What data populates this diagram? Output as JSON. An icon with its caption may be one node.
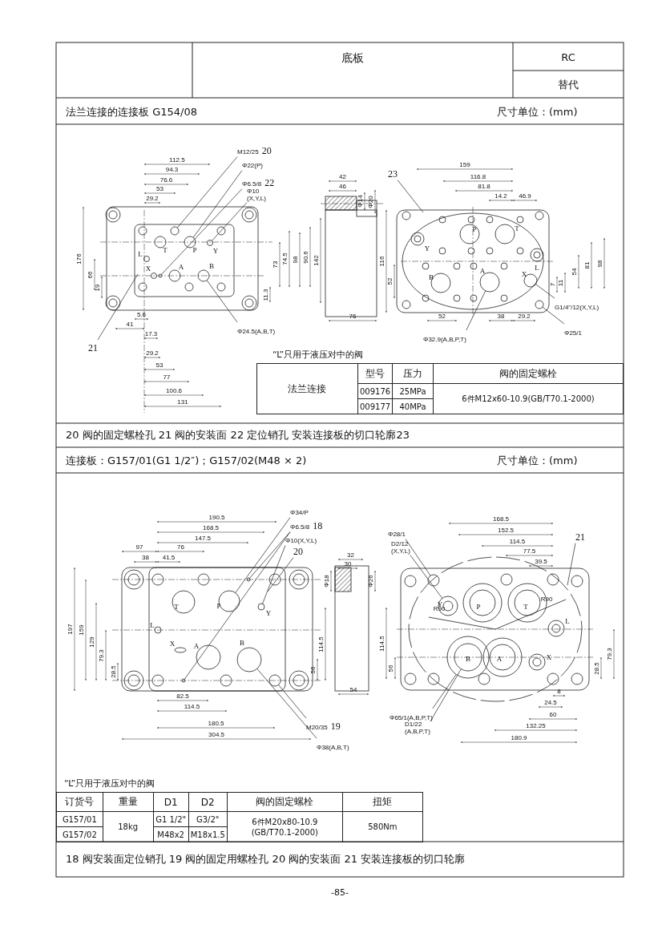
{
  "diagram": {
    "nodes": [
      {
        "text": [
          "M12/25",
          "20"
        ]
      },
      {
        "text": [
          "Φ22(P)"
        ]
      },
      {
        "text": [
          "Φ6.5/8",
          "22"
        ]
      },
      {
        "text": [
          "Φ10",
          "(X,Y,L)"
        ]
      },
      {
        "text": [
          "Φ24.5(A,B,T)"
        ]
      },
      {
        "text": [
          "21"
        ]
      },
      {
        "text": [
          "23"
        ]
      },
      {
        "text": [
          "G1/4\"/12(X,Y,L)"
        ]
      },
      {
        "text": [
          "Φ25/1"
        ]
      },
      {
        "text": [
          "Φ32.9(A,B,P,T)"
        ]
      },
      {
        "text": [
          "Φ34/P"
        ]
      },
      {
        "text": [
          "Φ6.5/8",
          "18"
        ]
      },
      {
        "text": [
          "Φ10(X,Y,L)"
        ]
      },
      {
        "text": [
          "20"
        ]
      },
      {
        "text": [
          "M20/35",
          "19"
        ]
      },
      {
        "text": [
          "Φ38(A,B,T)"
        ]
      },
      {
        "text": [
          "Φ28/1"
        ]
      },
      {
        "text": [
          "D2/12",
          "(X,Y,L)"
        ]
      },
      {
        "text": [
          "21"
        ]
      },
      {
        "text": [
          "Φ65/1(A,B,P,T)"
        ]
      },
      {
        "text": [
          "D1/22",
          "(A,B,P,T)"
        ]
      },
      {
        "text": [],
        "shape": "circle"
      },
      {
        "text": [],
        "shape": "circle"
      },
      {
        "text": [],
        "shape": "circle"
      },
      {
        "text": [],
        "shape": "circle"
      },
      {
        "text": [],
        "shape": "circle"
      },
      {
        "text": [],
        "shape": "circle"
      },
      {
        "text": [],
        "shape": "circle"
      },
      {
        "text": [],
        "shape": "circle"
      },
      {
        "text": [],
        "shape": "circle"
      },
      {
        "text": [],
        "shape": "circle"
      },
      {
        "text": [],
        "shape": "circle"
      },
      {
        "text": [],
        "shape": "circle"
      },
      {
        "text": [],
        "shape": "circle"
      },
      {
        "text": [],
        "shape": "circle"
      },
      {
        "text": [],
        "shape": "circle"
      },
      {
        "text": [],
        "shape": "circle"
      },
      {
        "text": [],
        "shape": "circle"
      },
      {
        "text": [],
        "shape": "circle",
        "in": 37
      }
    ],
    "edges": [
      {
        "from": 0,
        "to": 21,
        "arrow": "none"
      },
      {
        "from": 1,
        "to": 22,
        "arrow": "none"
      },
      {
        "from": 2,
        "to": 23,
        "arrow": "none"
      },
      {
        "from": 3,
        "to": 24,
        "arrow": "none"
      },
      {
        "from": 4,
        "to": 25,
        "arrow": "none"
      },
      {
        "from": 5,
        "to": null,
        "arrow": "none"
      },
      {
        "from": 6,
        "to": null,
        "arrow": "none"
      },
      {
        "from": 7,
        "to": 26,
        "arrow": "none"
      },
      {
        "from": 8,
        "to": 27,
        "arrow": "none"
      },
      {
        "from": 9,
        "to": 28,
        "arrow": "none"
      },
      {
        "from": 10,
        "to": 29,
        "arrow": "none"
      },
      {
        "from": 11,
        "to": 30,
        "arrow": "none"
      },
      {
        "from": 11,
        "to": 31,
        "arrow": "none"
      },
      {
        "from": 12,
        "to": 32,
        "arrow": "none"
      },
      {
        "from": 13,
        "to": null,
        "arrow": "none"
      },
      {
        "from": 14,
        "to": 33,
        "arrow": "none"
      },
      {
        "from": 15,
        "to": 34,
        "arrow": "none"
      },
      {
        "from": 16,
        "to": 35,
        "arrow": "none"
      },
      {
        "from": 17,
        "to": 36,
        "arrow": "none"
      },
      {
        "from": 18,
        "to": null,
        "arrow": "none"
      },
      {
        "from": 19,
        "to": 37,
        "arrow": "none"
      },
      {
        "from": 20,
        "to": 38,
        "arrow": "none"
      }
    ],
    "labels": [
      "底板",
      "RC",
      "替代",
      "法兰连接的连接板 G154/08",
      "尺寸单位：(mm)",
      "112.5",
      "94.3",
      "76.6",
      "53",
      "29.2",
      "T",
      "P",
      "Y",
      "L",
      "X",
      "A",
      "B",
      "176",
      "66",
      "19",
      "73",
      "74.5",
      "98",
      "90.6",
      "142",
      "11.3",
      "5.6",
      "41",
      "17.3",
      "29.2",
      "53",
      "77",
      "100.6",
      "131",
      "42",
      "46",
      "Φ14",
      "Φ20",
      "76",
      "159",
      "116.8",
      "81.8",
      "14.2",
      "46.9",
      "Y",
      "P",
      "T",
      "L",
      "B",
      "A",
      "X",
      "116",
      "52",
      "7",
      "11",
      "54",
      "81",
      "98",
      "52",
      "38",
      "29.2",
      "“L”只用于液压对中的阀",
      "法兰连接",
      "型号",
      "压力",
      "阀的固定螺栓",
      "009176",
      "25MPa",
      "6件M12x60-10.9(GB/T70.1-2000)",
      "009177",
      "40MPa",
      "20 阀的固定螺栓孔 21 阀的安装面 22 定位销孔 安装连接板的切口轮廓23",
      "连接板：G157/01(G1 1/2″)；G157/02(M48 × 2)",
      "尺寸单位：(mm)",
      "190.5",
      "168.5",
      "147.5",
      "97",
      "76",
      "38",
      "41.5",
      "T",
      "P",
      "Y",
      "L",
      "X",
      "A",
      "B",
      "197",
      "159",
      "129",
      "79.3",
      "28.5",
      "114.5",
      "56",
      "82.5",
      "114.5",
      "180.5",
      "304.5",
      "32",
      "30",
      "Φ18",
      "Φ26",
      "54",
      "168.5",
      "152.5",
      "114.5",
      "77.5",
      "39.5",
      "Y",
      "P",
      "T",
      "L",
      "R90",
      "R90",
      "B",
      "A",
      "X",
      "114.5",
      "56",
      "79.3",
      "28.5",
      "8",
      "24.5",
      "60",
      "132.25",
      "180.9",
      "“L”只用于液压对中的阀",
      "订货号",
      "重量",
      "D1",
      "D2",
      "阀的固定螺栓",
      "扭矩",
      "G157/01",
      "18kg",
      "G1 1/2\"",
      "G3/2\"",
      "6件M20x80-10.9 (GB/T70.1-2000)",
      "580Nm",
      "G157/02",
      "M48x2",
      "M18x1.5",
      "18 阀安装面定位销孔 19 阀的固定用螺栓孔 20 阀的安装面 21 安装连接板的切口轮廓",
      "-85-"
    ]
  }
}
